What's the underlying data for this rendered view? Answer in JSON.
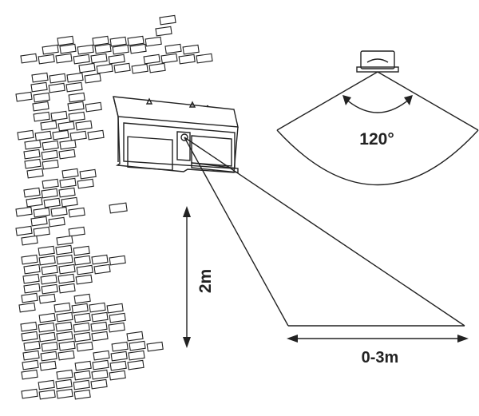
{
  "labels": {
    "angle": "120°",
    "mount_height": "2m",
    "detection_range": "0-3m"
  },
  "colors": {
    "line": "#222222",
    "background": "#ffffff"
  },
  "icons": {
    "wall": "brick-wall-icon",
    "light": "solar-motion-light-icon",
    "sensor": "pir-sensor-icon"
  }
}
